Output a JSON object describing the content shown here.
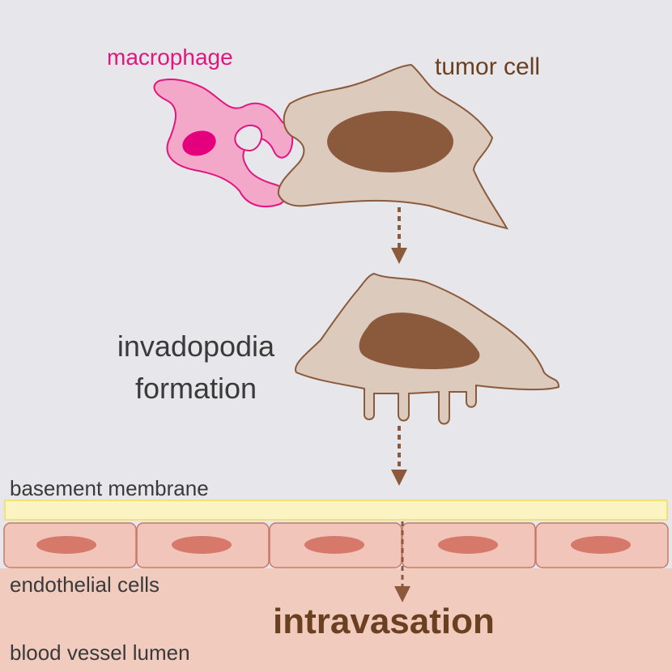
{
  "labels": {
    "macrophage": "macrophage",
    "tumor_cell": "tumor cell",
    "invadopodia_line1": "invadopodia",
    "invadopodia_line2": "formation",
    "basement_membrane": "basement membrane",
    "endothelial_cells": "endothelial cells",
    "intravasation": "intravasation",
    "blood_vessel_lumen": "blood vessel lumen"
  },
  "colors": {
    "background": "#e7e6ea",
    "macrophage_fill": "#f3a7c9",
    "macrophage_stroke": "#e0177e",
    "macrophage_nucleus": "#e4007c",
    "tumor_fill": "#dccabd",
    "tumor_stroke": "#8a5a3b",
    "tumor_nucleus": "#8b5a3c",
    "arrow": "#8a5a3b",
    "membrane_fill": "#fbf4c2",
    "membrane_stroke": "#f1e17a",
    "endothelial_fill": "#f1c5b9",
    "endothelial_stroke": "#c47b69",
    "endothelial_nucleus": "#d6786a",
    "lumen": "#f1cbbd",
    "text_dark": "#3a3a3a",
    "text_brown": "#6b4020",
    "text_pink": "#e0177e"
  }
}
